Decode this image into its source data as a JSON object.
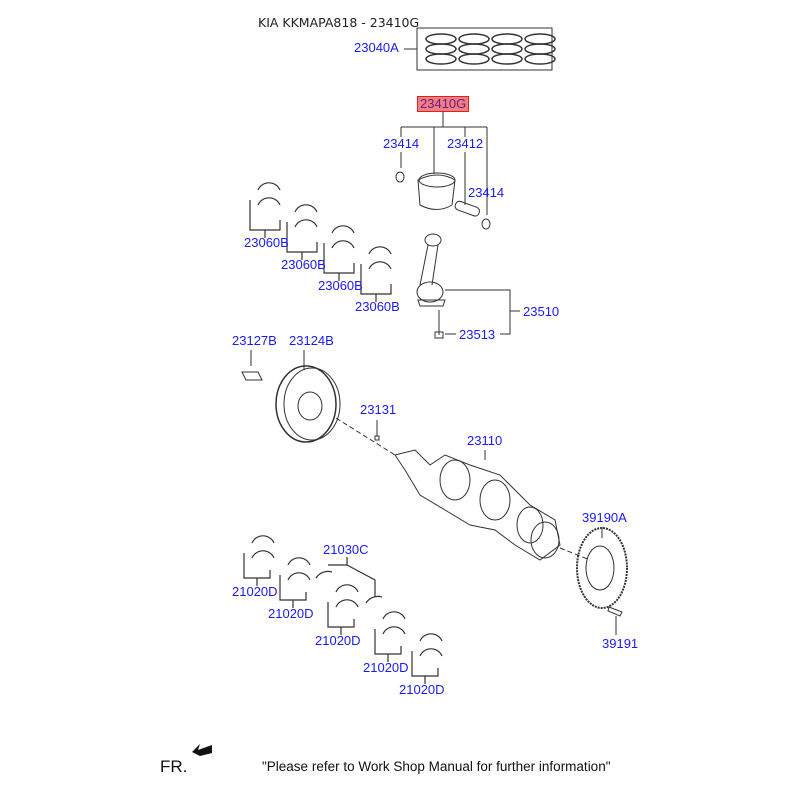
{
  "title": "KIA KKMAPA818 - 23410G",
  "highlighted_part": "23410G",
  "labels": {
    "rings": "23040A",
    "piston_assy": "23410G",
    "snap_ring_l": "23414",
    "pin": "23412",
    "snap_ring_r": "23414",
    "bearing_1": "23060B",
    "bearing_2": "23060B",
    "bearing_3": "23060B",
    "bearing_4": "23060B",
    "conrod": "23510",
    "conrod_bolt": "23513",
    "pulley_bolt": "23127B",
    "pulley": "23124B",
    "key": "23131",
    "crankshaft": "23110",
    "flywheel": "39190A",
    "flywheel_bolt": "39191",
    "thrust_washer": "21030C",
    "main_bearing_1": "21020D",
    "main_bearing_2": "21020D",
    "main_bearing_3": "21020D",
    "main_bearing_4": "21020D",
    "main_bearing_5": "21020D"
  },
  "footer": {
    "direction": "FR.",
    "note": "\"Please refer to Work Shop Manual for further information\""
  },
  "colors": {
    "label": "#1a1aff",
    "highlight": "#f08080"
  }
}
